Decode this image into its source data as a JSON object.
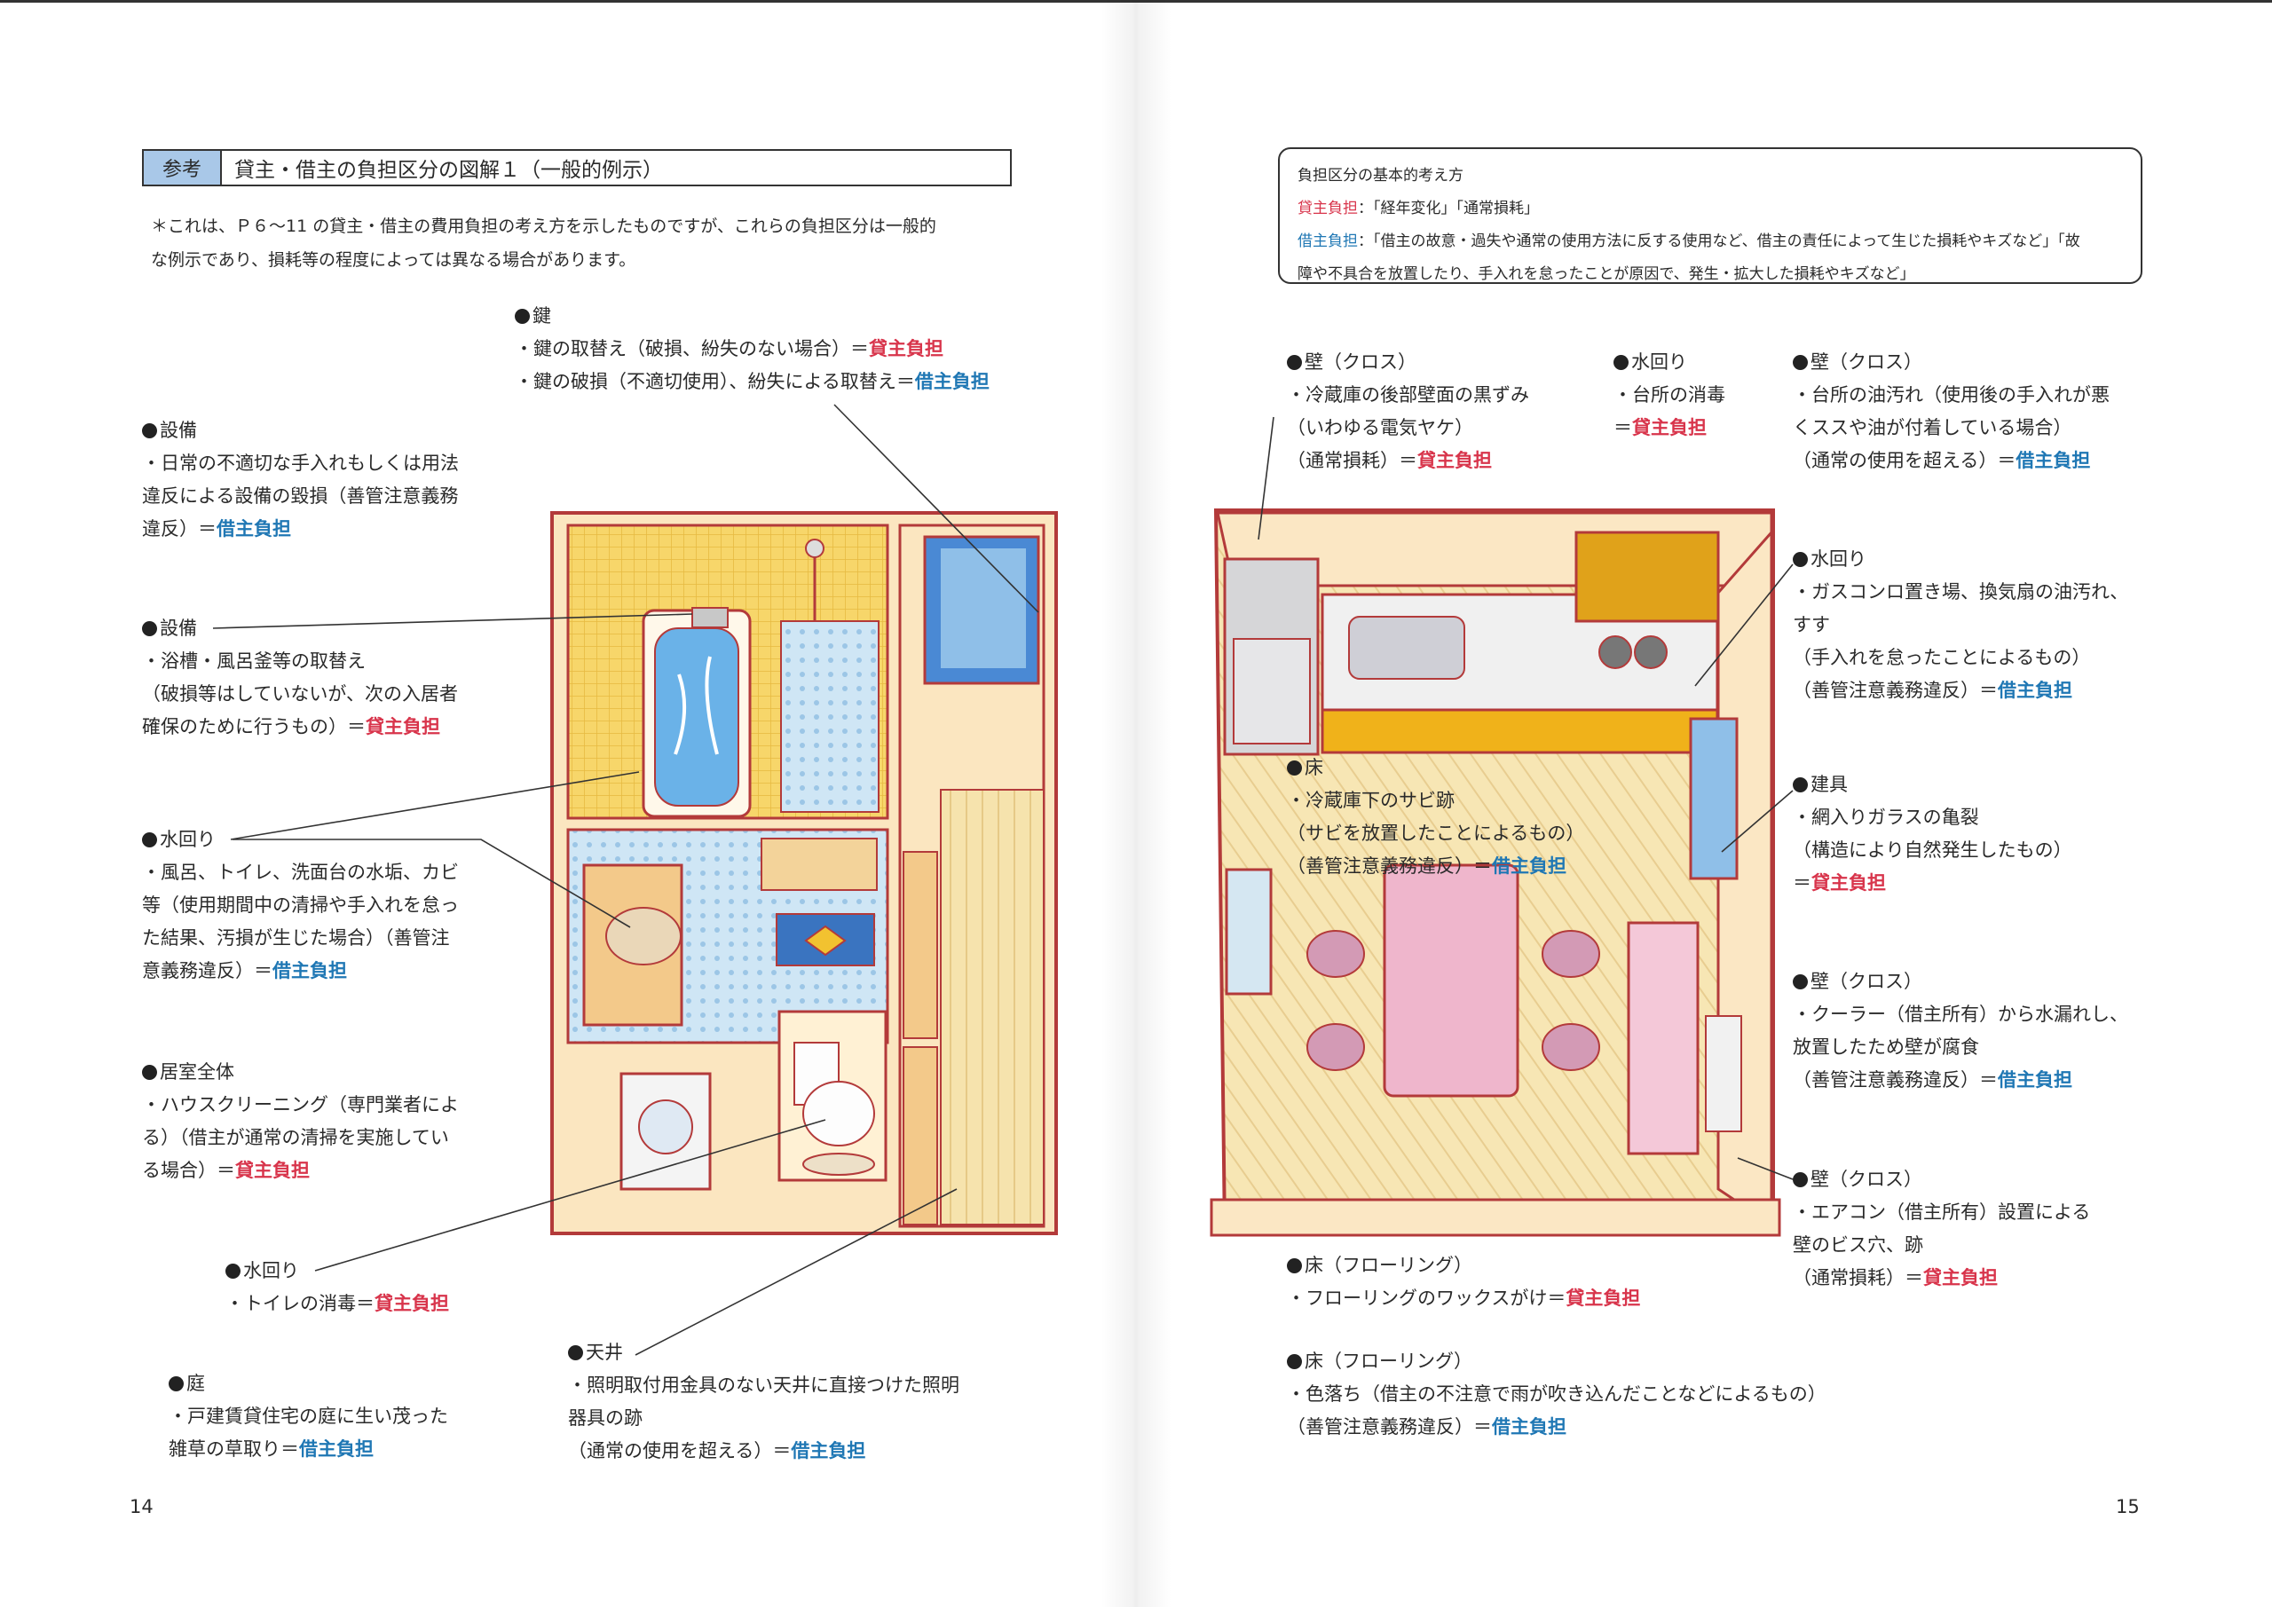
{
  "header": {
    "tag": "参考",
    "title": "貸主・借主の負担区分の図解１（一般的例示）"
  },
  "note": {
    "line1": "＊これは、Ｐ６～11 の貸主・借主の費用負担の考え方を示したものですが、これらの負担区分は一般的",
    "line2": "な例示であり、損耗等の程度によっては異なる場合があります。"
  },
  "basics": {
    "title": "負担区分の基本的考え方",
    "landlord_label": "貸主負担",
    "landlord_text": "：「経年変化」「通常損耗」",
    "tenant_label": "借主負担",
    "tenant_text1": "：「借主の故意・過失や通常の使用方法に反する使用など、借主の責任によって生じた損耗やキズなど」「故",
    "tenant_text2": "障や不具合を放置したり、手入れを怠ったことが原因で、発生・拡大した損耗やキズなど」"
  },
  "left": {
    "kagi": {
      "h": "鍵",
      "l1": "・鍵の取替え（破損、紛失のない場合）＝",
      "b1": "貸主負担",
      "l2": "・鍵の破損（不適切使用）、紛失による取替え＝",
      "b2": "借主負担"
    },
    "setsubi1": {
      "h": "設備",
      "l1": "・日常の不適切な手入れもしくは用法",
      "l2": "違反による設備の毀損（善管注意義務",
      "l3": "違反）＝",
      "b": "借主負担"
    },
    "setsubi2": {
      "h": "設備",
      "l1": "・浴槽・風呂釜等の取替え",
      "l2": "（破損等はしていないが、次の入居者",
      "l3": "確保のために行うもの）＝",
      "b": "貸主負担"
    },
    "mizu1": {
      "h": "水回り",
      "l1": "・風呂、トイレ、洗面台の水垢、カビ",
      "l2": "等（使用期間中の清掃や手入れを怠っ",
      "l3": "た結果、汚損が生じた場合）（善管注",
      "l4": "意義務違反）＝",
      "b": "借主負担"
    },
    "kyoshitsu": {
      "h": "居室全体",
      "l1": "・ハウスクリーニング（専門業者によ",
      "l2": "る）（借主が通常の清掃を実施してい",
      "l3": "る場合）＝",
      "b": "貸主負担"
    },
    "mizu2": {
      "h": "水回り",
      "l1": "・トイレの消毒＝",
      "b": "貸主負担"
    },
    "niwa": {
      "h": "庭",
      "l1": "・戸建賃貸住宅の庭に生い茂った",
      "l2": "雑草の草取り＝",
      "b": "借主負担"
    },
    "tenjo": {
      "h": "天井",
      "l1": "・照明取付用金具のない天井に直接つけた照明",
      "l2": "器具の跡",
      "l3": "（通常の使用を超える）＝",
      "b": "借主負担"
    }
  },
  "right": {
    "kabe1": {
      "h": "壁（クロス）",
      "l1": "・冷蔵庫の後部壁面の黒ずみ",
      "l2": "（いわゆる電気ヤケ）",
      "l3": "（通常損耗）＝",
      "b": "貸主負担"
    },
    "mizu3": {
      "h": "水回り",
      "l1": "・台所の消毒",
      "l2": "＝",
      "b": "貸主負担"
    },
    "kabe2": {
      "h": "壁（クロス）",
      "l1": "・台所の油汚れ（使用後の手入れが悪",
      "l2": "くススや油が付着している場合）",
      "l3": "（通常の使用を超える）＝",
      "b": "借主負担"
    },
    "mizu4": {
      "h": "水回り",
      "l1": "・ガスコンロ置き場、換気扇の油汚れ、",
      "l2": "すす",
      "l3": "（手入れを怠ったことによるもの）",
      "l4": "（善管注意義務違反）＝",
      "b": "借主負担"
    },
    "yuka1": {
      "h": "床",
      "l1": "・冷蔵庫下のサビ跡",
      "l2": "（サビを放置したことによるもの）",
      "l3": "（善管注意義務違反）＝",
      "b": "借主負担"
    },
    "tategu": {
      "h": "建具",
      "l1": "・網入りガラスの亀裂",
      "l2": "（構造により自然発生したもの）",
      "l3": "＝",
      "b": "貸主負担"
    },
    "kabe3": {
      "h": "壁（クロス）",
      "l1": "・クーラー（借主所有）から水漏れし、",
      "l2": "放置したため壁が腐食",
      "l3": "（善管注意義務違反）＝",
      "b": "借主負担"
    },
    "kabe4": {
      "h": "壁（クロス）",
      "l1": "・エアコン（借主所有）設置による",
      "l2": "壁のビス穴、跡",
      "l3": "（通常損耗）＝",
      "b": "貸主負担"
    },
    "yuka2": {
      "h": "床（フローリング）",
      "l1": "・フローリングのワックスがけ＝",
      "b": "貸主負担"
    },
    "yuka3": {
      "h": "床（フローリング）",
      "l1": "・色落ち（借主の不注意で雨が吹き込んだことなどによるもの）",
      "l2": "（善管注意義務違反）＝",
      "b": "借主負担"
    }
  },
  "page_numbers": {
    "left": "14",
    "right": "15"
  }
}
